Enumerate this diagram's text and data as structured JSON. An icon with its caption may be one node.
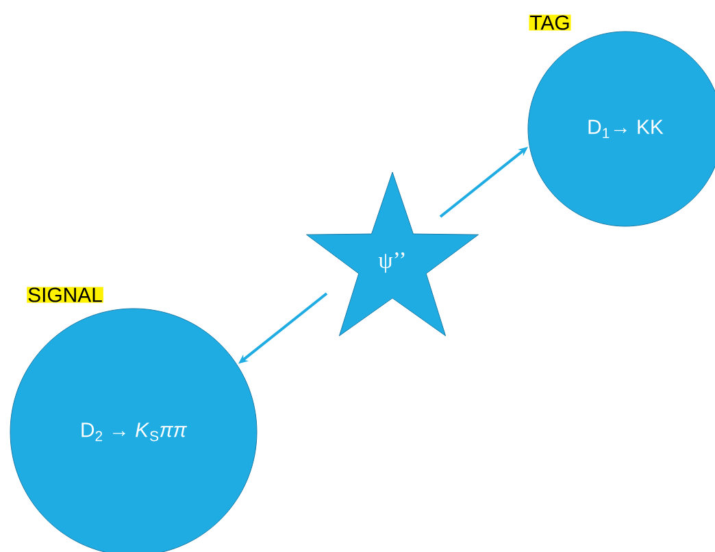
{
  "diagram": {
    "nodes": [
      {
        "text": [
          "TAG",
          "D$_{1}$→ KK"
        ]
      },
      {
        "text": [
          "ψ’’"
        ]
      },
      {
        "text": [
          "SIGNAL",
          "D$_{2}$ → *K*$_{S}$*ππ*"
        ]
      }
    ],
    "edges": [
      {
        "from": 1,
        "to": 0,
        "arrow": "to"
      },
      {
        "from": 1,
        "to": 2,
        "arrow": "to"
      }
    ]
  }
}
